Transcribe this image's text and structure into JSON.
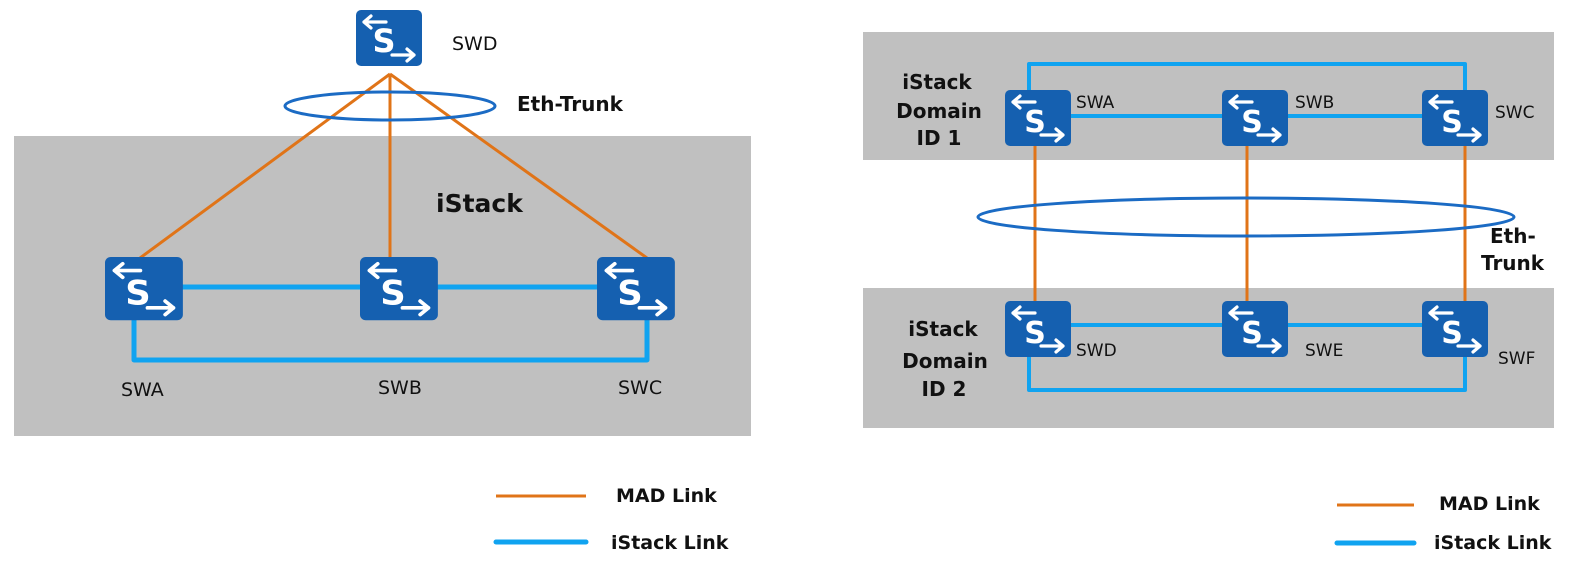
{
  "colors": {
    "mad_link": "#E07418",
    "istack_link": "#10A3F0",
    "eth_trunk": "#1B6BC4",
    "switch": "#1560B0",
    "domain_bg": "#C0C0C0"
  },
  "left": {
    "domain_label": "iStack",
    "eth_trunk_label": "Eth-Trunk",
    "switches": {
      "swd": "SWD",
      "swa": "SWA",
      "swb": "SWB",
      "swc": "SWC"
    },
    "switch_glyph": "S",
    "legend": [
      {
        "label": "MAD Link",
        "type": "mad"
      },
      {
        "label": "iStack Link",
        "type": "istack"
      }
    ]
  },
  "right": {
    "domain1_label": [
      "iStack",
      "Domain",
      "ID 1"
    ],
    "domain2_label": [
      "iStack",
      "Domain",
      "ID 2"
    ],
    "eth_trunk_label": [
      "Eth-",
      "Trunk"
    ],
    "switches": {
      "swa": "SWA",
      "swb": "SWB",
      "swc": "SWC",
      "swd": "SWD",
      "swe": "SWE",
      "swf": "SWF"
    },
    "switch_glyph": "S",
    "legend": [
      {
        "label": "MAD Link",
        "type": "mad"
      },
      {
        "label": "iStack Link",
        "type": "istack"
      }
    ]
  }
}
